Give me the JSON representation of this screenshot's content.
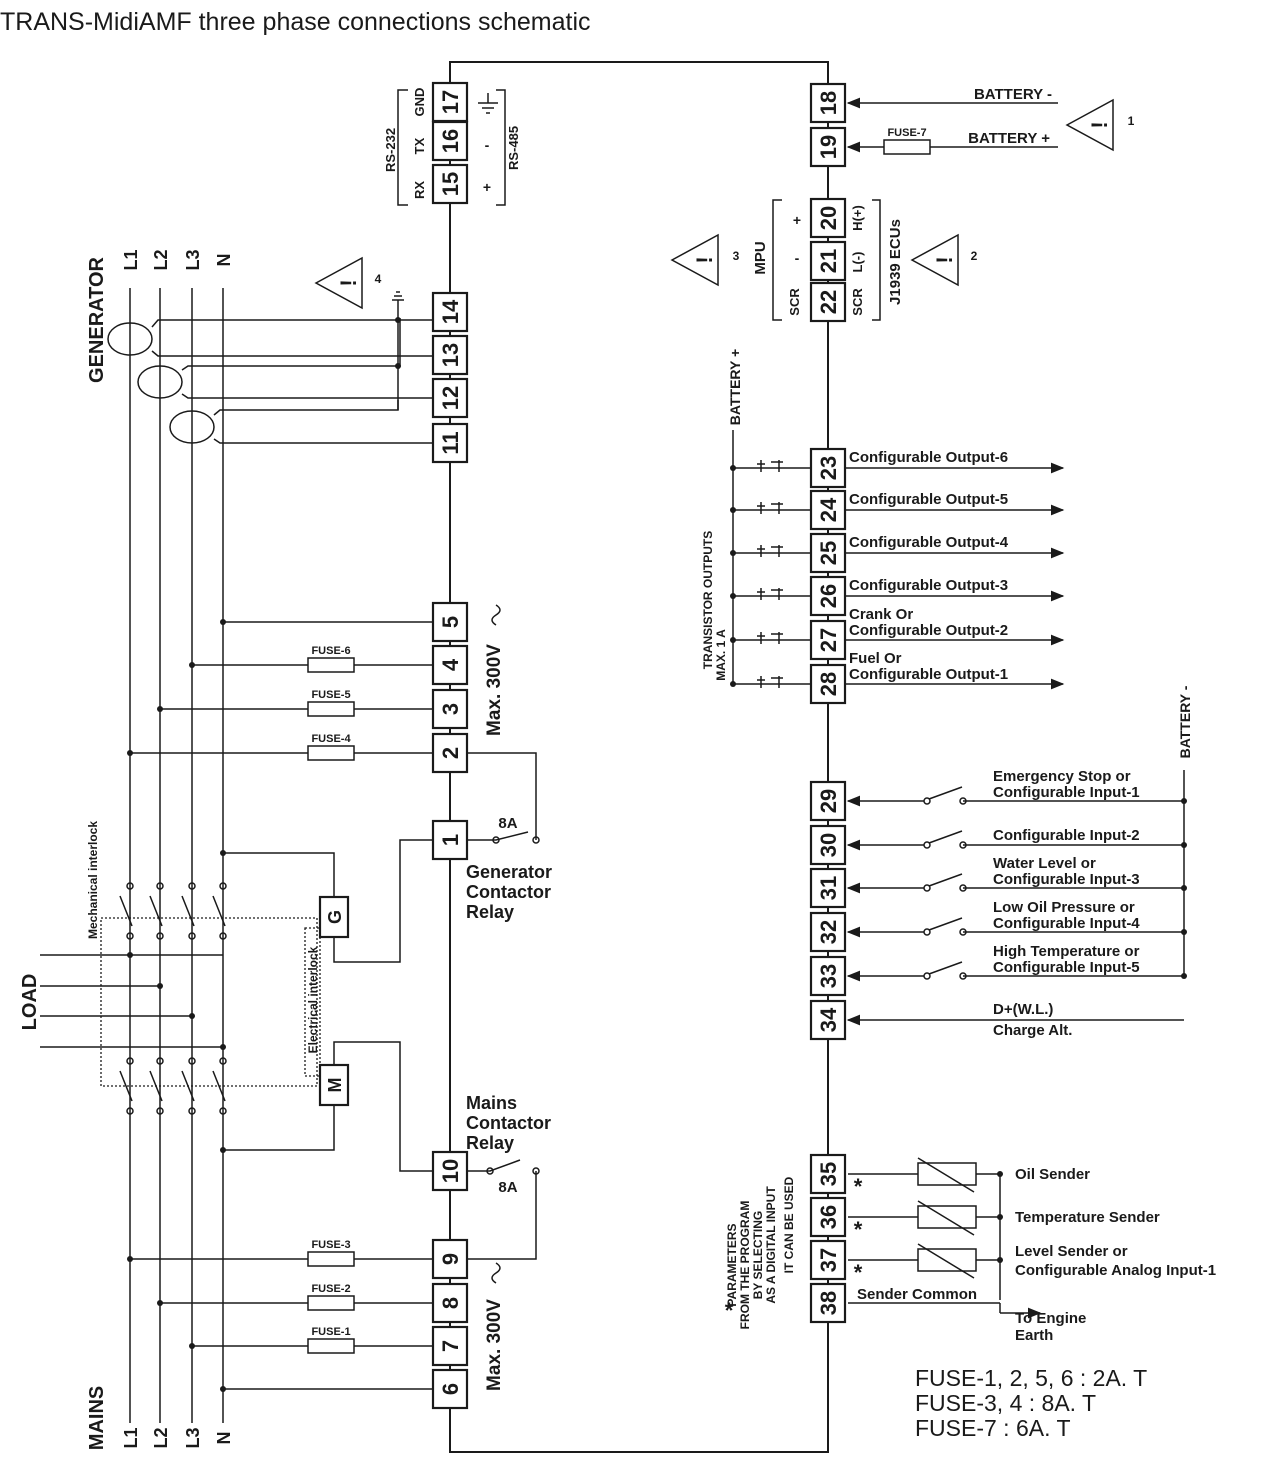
{
  "title": "TRANS-MidiAMF three phase connections schematic",
  "left_terminals": [
    "17",
    "16",
    "15",
    "14",
    "13",
    "12",
    "11",
    "5",
    "4",
    "3",
    "2",
    "1",
    "10",
    "9",
    "8",
    "7",
    "6"
  ],
  "right_terminals": [
    "18",
    "19",
    "20",
    "21",
    "22",
    "23",
    "24",
    "25",
    "26",
    "27",
    "28",
    "29",
    "30",
    "31",
    "32",
    "33",
    "34",
    "35",
    "36",
    "37",
    "38"
  ],
  "comms": {
    "rs232": "RS-232",
    "rs485": "RS-485",
    "rx": "RX",
    "tx": "TX",
    "gnd": "GND",
    "plus": "+",
    "minus": "-"
  },
  "power": {
    "battery_minus": "BATTERY -",
    "battery_plus": "BATTERY +",
    "fuse7": "FUSE-7"
  },
  "ecu": {
    "mpu": "MPU",
    "j1939": "J1939 ECUs",
    "h_plus": "H(+)",
    "l_minus": "L(-)",
    "scr": "SCR",
    "plus": "+",
    "minus": "-"
  },
  "warnings": [
    "1",
    "2",
    "3",
    "4"
  ],
  "generator": {
    "label": "GENERATOR",
    "phases": [
      "L1",
      "L2",
      "L3",
      "N"
    ]
  },
  "mains": {
    "label": "MAINS",
    "phases": [
      "L1",
      "L2",
      "L3",
      "N"
    ]
  },
  "load_label": "LOAD",
  "interlocks": {
    "mechanical": "Mechanical interlock",
    "electrical": "Electrical interlock"
  },
  "contactors": {
    "g": "G",
    "m": "M"
  },
  "fuses_gen": [
    "FUSE-6",
    "FUSE-5",
    "FUSE-4"
  ],
  "fuses_mains": [
    "FUSE-3",
    "FUSE-2",
    "FUSE-1"
  ],
  "max_voltage": "Max. 300V",
  "relay_rating": "8A",
  "generator_relay": [
    "Generator",
    "Contactor",
    "Relay"
  ],
  "mains_relay": [
    "Mains",
    "Contactor",
    "Relay"
  ],
  "transistor_supply": "BATTERY +",
  "transistor_note": [
    "TRANSISTOR OUTPUTS",
    "MAX. 1 A"
  ],
  "outputs": [
    {
      "terminal": "23",
      "label": [
        "Configurable Output-6"
      ]
    },
    {
      "terminal": "24",
      "label": [
        "Configurable Output-5"
      ]
    },
    {
      "terminal": "25",
      "label": [
        "Configurable Output-4"
      ]
    },
    {
      "terminal": "26",
      "label": [
        "Configurable Output-3"
      ]
    },
    {
      "terminal": "27",
      "label": [
        "Crank Or",
        "Configurable Output-2"
      ]
    },
    {
      "terminal": "28",
      "label": [
        "Fuel Or",
        "Configurable Output-1"
      ]
    }
  ],
  "inputs_common": "BATTERY -",
  "inputs": [
    {
      "terminal": "29",
      "label": [
        "Emergency Stop or",
        "Configurable Input-1"
      ]
    },
    {
      "terminal": "30",
      "label": [
        "Configurable Input-2"
      ]
    },
    {
      "terminal": "31",
      "label": [
        "Water Level or",
        "Configurable Input-3"
      ]
    },
    {
      "terminal": "32",
      "label": [
        "Low Oil Pressure or",
        "Configurable Input-4"
      ]
    },
    {
      "terminal": "33",
      "label": [
        "High Temperature or",
        "Configurable Input-5"
      ]
    }
  ],
  "charge": [
    "D+(W.L.)",
    "Charge Alt."
  ],
  "senders": [
    "Oil Sender",
    "Temperature Sender",
    [
      "Level Sender or",
      "Configurable Analog Input-1"
    ]
  ],
  "sender_common": "Sender Common",
  "engine_earth": [
    "To Engine",
    "Earth"
  ],
  "asterisk": "*",
  "digital_note": [
    "IT CAN BE USED",
    "AS A DIGITAL INPUT",
    "BY SELECTING",
    "FROM THE PROGRAM",
    "PARAMETERS"
  ],
  "fuse_ratings": [
    "FUSE-1, 2, 5, 6  : 2A. T",
    "FUSE-3, 4  : 8A. T",
    "FUSE-7  : 6A. T"
  ]
}
